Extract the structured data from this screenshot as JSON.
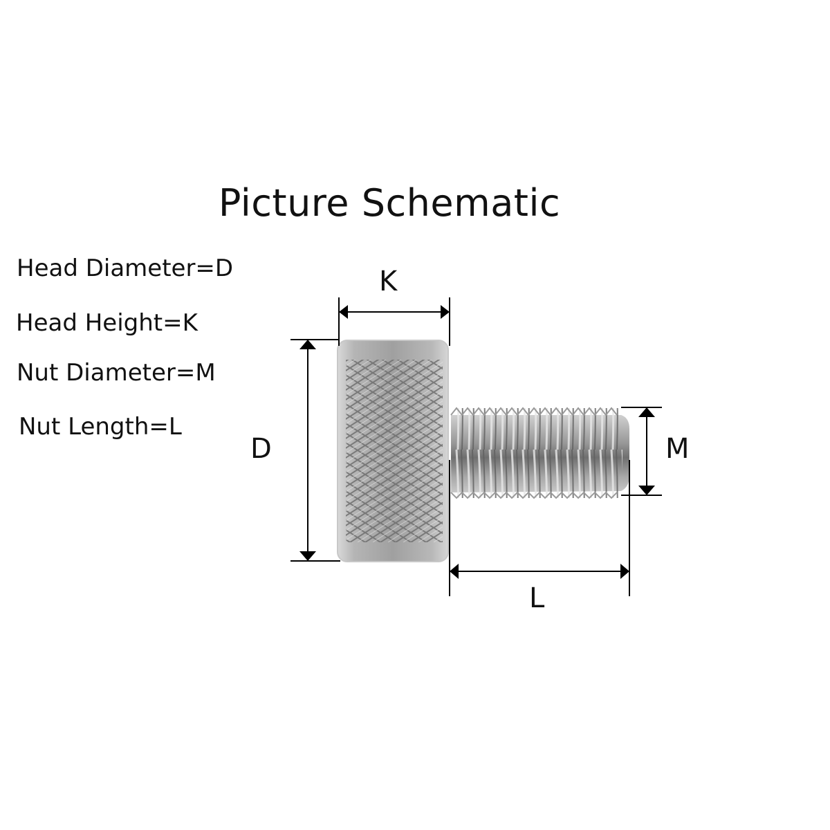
{
  "title": "Picture Schematic",
  "legend": [
    {
      "label": "Head Diameter=D"
    },
    {
      "label": "Head Height=K"
    },
    {
      "label": "Nut Diameter=M"
    },
    {
      "label": "Nut Length=L"
    }
  ],
  "dimensions": {
    "D": "D",
    "K": "K",
    "M": "M",
    "L": "L"
  },
  "colors": {
    "background": "#ffffff",
    "line": "#000000",
    "metal_light": "#e6e6e6",
    "metal_mid": "#b9b9b9",
    "metal_dark": "#7a7a7a"
  }
}
